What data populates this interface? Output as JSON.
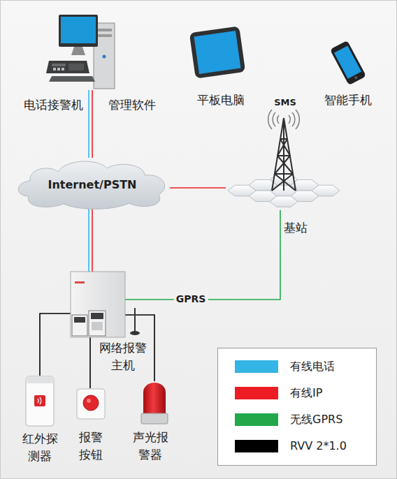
{
  "diagram": {
    "nodes": [
      {
        "text": [
          "电话接警机",
          "管理软件"
        ]
      },
      {
        "text": [
          "平板电脑"
        ]
      },
      {
        "text": [
          "智能手机"
        ]
      },
      {
        "text": [
          "Internet/PSTN"
        ]
      },
      {
        "text": [
          "SMS",
          "基站"
        ]
      },
      {
        "text": [
          "网络报警 主机"
        ]
      },
      {
        "text": [
          "红外探 测器"
        ]
      },
      {
        "text": [
          "报警 按钮"
        ]
      },
      {
        "text": [
          "声光报 警器"
        ]
      }
    ],
    "edges": [
      {
        "from": 0,
        "to": 3,
        "arrow": "none"
      },
      {
        "from": 0,
        "to": 3,
        "arrow": "none"
      },
      {
        "from": 3,
        "to": 4,
        "arrow": "none"
      },
      {
        "from": 5,
        "to": 3,
        "arrow": "none"
      },
      {
        "from": 5,
        "to": 3,
        "arrow": "none"
      },
      {
        "from": 5,
        "to": 4,
        "label": "GPRS",
        "arrow": "none"
      },
      {
        "from": 5,
        "to": 6,
        "arrow": "none"
      },
      {
        "from": 5,
        "to": 7,
        "arrow": "none"
      },
      {
        "from": 5,
        "to": 8,
        "arrow": "none"
      }
    ],
    "legend": [
      {
        "text": "有线电话",
        "color": "#35b4e6"
      },
      {
        "text": "有线IP",
        "color": "#ee1c25"
      },
      {
        "text": "无线GPRS",
        "color": "#22a84a"
      },
      {
        "text": "RVV 2*1.0",
        "color": "#000000"
      }
    ]
  }
}
